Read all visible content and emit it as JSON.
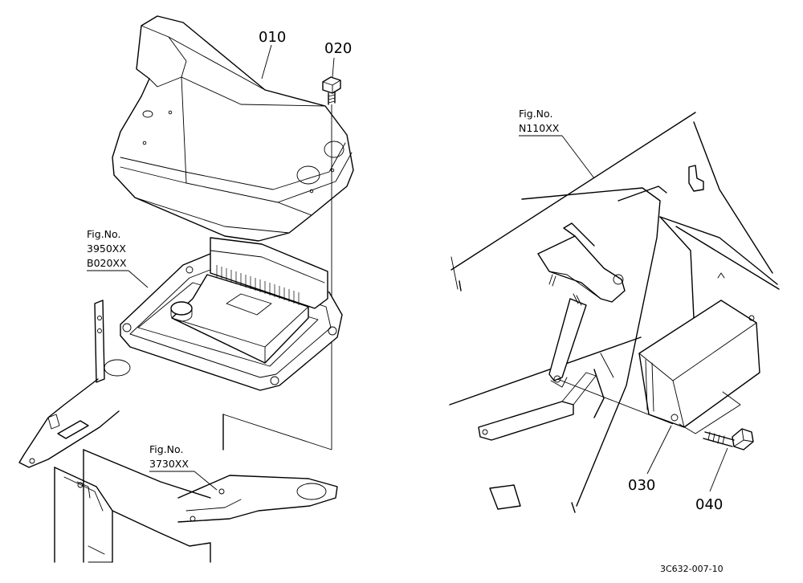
{
  "parts": {
    "p010": "010",
    "p020": "020",
    "p030": "030",
    "p040": "040"
  },
  "fig_refs": {
    "ecu_fig": {
      "line1": "Fig.No.",
      "line2": "3950XX",
      "line3": "B020XX"
    },
    "frame_fig": {
      "line1": "Fig.No.",
      "line2": "3730XX"
    },
    "panel_fig": {
      "line1": "Fig.No.",
      "line2": "N110XX"
    }
  },
  "drawing_code": "3C632-007-10"
}
